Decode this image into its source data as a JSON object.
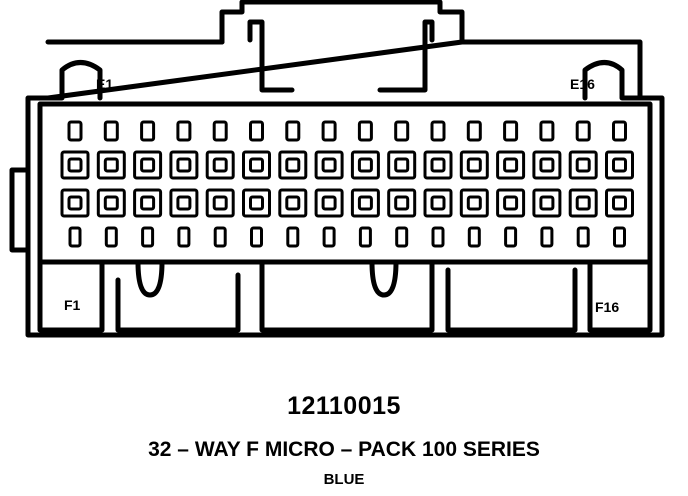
{
  "pin_labels": {
    "top_left": "E1",
    "top_right": "E16",
    "bottom_left": "F1",
    "bottom_right": "F16"
  },
  "part_number": "12110015",
  "description": "32 – WAY F MICRO – PACK 100 SERIES",
  "color_name": "BLUE",
  "connector": {
    "columns": 16,
    "rows_of_cavities": 4
  }
}
